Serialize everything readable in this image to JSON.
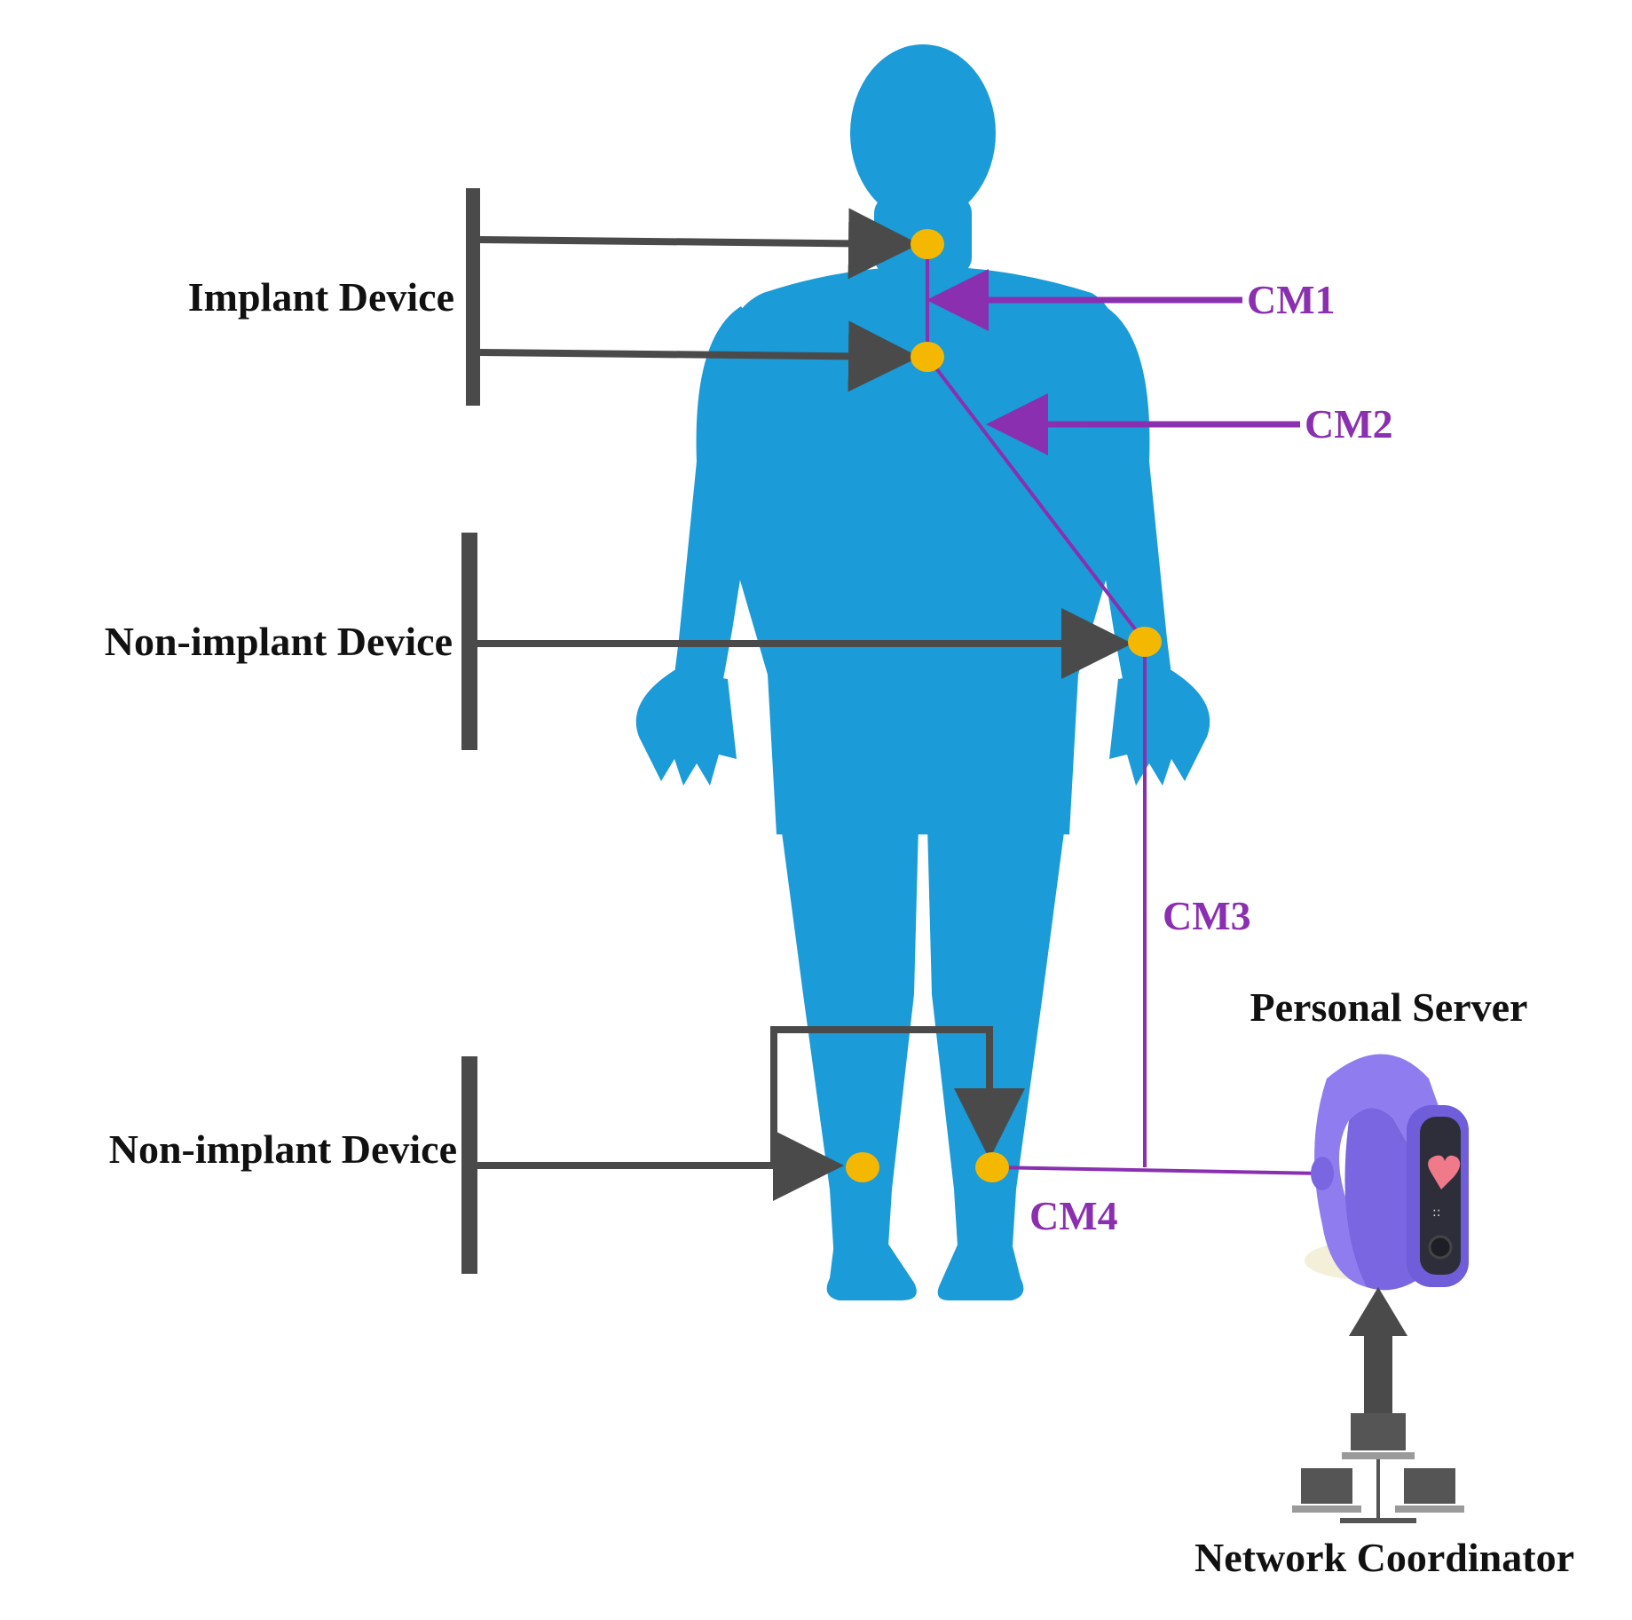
{
  "labels": {
    "implant_device": "Implant Device",
    "non_implant_device_arm": "Non-implant Device",
    "non_implant_device_leg": "Non-implant Device",
    "cm1": "CM1",
    "cm2": "CM2",
    "cm3": "CM3",
    "cm4": "CM4",
    "personal_server": "Personal Server",
    "network_coordinator": "Network Coordinator"
  },
  "icons": {
    "body": "human-body-silhouette-icon",
    "sensor": "sensor-node-icon",
    "server": "smart-band-icon",
    "coordinator": "network-computers-icon"
  },
  "colors": {
    "body": "#1b9bd7",
    "node": "#f5b800",
    "link": "#8a2fb0",
    "arrow": "#4a4a4a",
    "band": "#8f7df0"
  }
}
